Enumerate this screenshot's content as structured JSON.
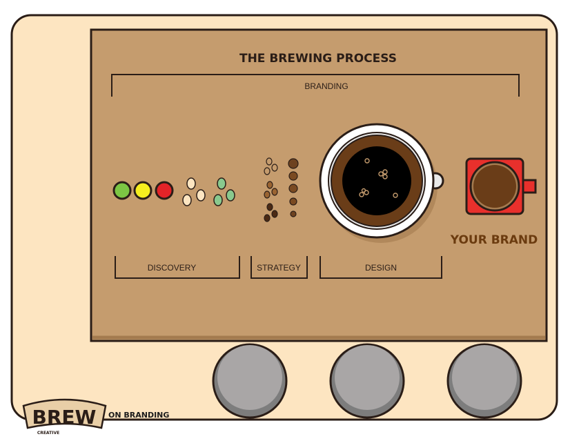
{
  "diagram": {
    "title": "THE BREWING PROCESS",
    "top_bracket_label": "BRANDING",
    "stages": [
      {
        "label": "DISCOVERY"
      },
      {
        "label": "STRATEGY"
      },
      {
        "label": "DESIGN"
      }
    ],
    "brand_label": "YOUR BRAND"
  },
  "footer": {
    "logo_text": "BREW",
    "logo_subtext": "CREATIVE",
    "tagline": "ON BRANDING"
  },
  "colors": {
    "machine_body": "#fde5c1",
    "panel": "#c59c6e",
    "outline": "#2a1d17",
    "knob": "#a9a6a6",
    "brand_red": "#e8302c",
    "brand_text": "#6b3b0f",
    "light_green": "#7cc644",
    "light_yellow": "#f6ee1f",
    "light_red": "#e32328"
  },
  "controls": {
    "knobs": [
      {
        "name": "knob-1"
      },
      {
        "name": "knob-2"
      },
      {
        "name": "knob-3"
      }
    ]
  }
}
